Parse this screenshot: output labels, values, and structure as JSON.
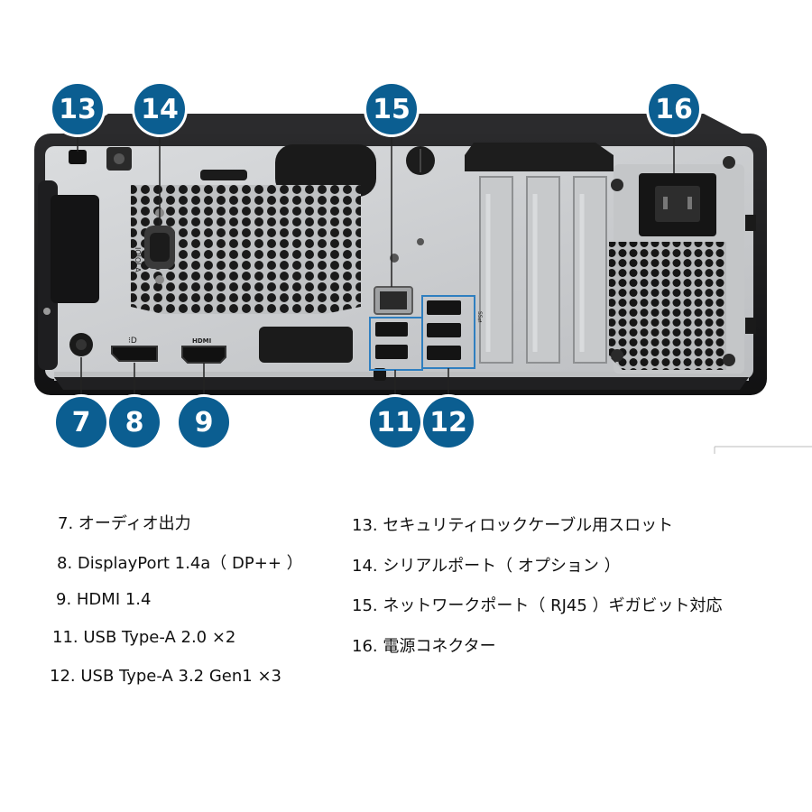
{
  "callouts": {
    "c13": "13",
    "c14": "14",
    "c15": "15",
    "c16": "16",
    "c7": "7",
    "c8": "8",
    "c9": "9",
    "c11": "11",
    "c12": "12"
  },
  "panel_labels": {
    "serial": "IOIOI A",
    "hdmi": "HDMI",
    "dp": "⁝D",
    "ss": "SS⇄"
  },
  "legend": {
    "l7": "7. オーディオ出力",
    "l8": "8. DisplayPort 1.4a（ DP++ ）",
    "l9": "9. HDMI 1.4",
    "l11": "11. USB Type-A 2.0 ×2",
    "l12": "12. USB Type-A 3.2 Gen1 ×3",
    "l13": "13. セキュリティロックケーブル用スロット",
    "l14": "14. シリアルポート（ オプション ）",
    "l15": "15. ネットワークポート（ RJ45 ）ギガビット対応",
    "l16": "16. 電源コネクター"
  },
  "colors": {
    "callout": "#0b5e91",
    "chassis": "#1c1c1e",
    "panel": "#cfd1d3"
  }
}
